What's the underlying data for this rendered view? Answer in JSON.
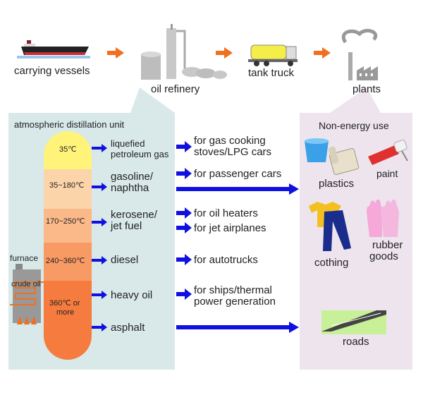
{
  "top": {
    "vessels": "carrying vessels",
    "refinery": "oil refinery",
    "truck": "tank truck",
    "plants": "plants"
  },
  "unit": {
    "title": "atmospheric distillation unit",
    "furnace": "furnace",
    "crude": "crude oil"
  },
  "tower": [
    {
      "temp": "35℃",
      "product": [
        "liquefied",
        "petroleum gas"
      ]
    },
    {
      "temp": "35~180℃",
      "product": [
        "gasoline/",
        "naphtha"
      ]
    },
    {
      "temp": "170~250℃",
      "product": [
        "kerosene/",
        "jet fuel"
      ]
    },
    {
      "temp": "240~360℃",
      "product": [
        "diesel"
      ]
    },
    {
      "temp": [
        "360℃ or",
        "more"
      ],
      "product": [
        "heavy oil"
      ]
    },
    {
      "temp": "",
      "product": [
        "asphalt"
      ]
    }
  ],
  "uses": {
    "lpg": [
      "for gas cooking",
      "stoves/LPG cars"
    ],
    "gasoline": "for passenger cars",
    "oil_heaters": "for oil heaters",
    "jet": "for jet airplanes",
    "autotrucks": "for autotrucks",
    "ships": [
      "for ships/thermal",
      "power generation"
    ]
  },
  "nonenergy": {
    "title": "Non-energy use",
    "plastics": "plastics",
    "paint": "paint",
    "clothing": "cothing",
    "rubber": [
      "rubber",
      "goods"
    ],
    "roads": "roads"
  },
  "colors": {
    "panel_left": "#d9e9e9",
    "panel_right": "#ede4ee",
    "flow_arrow": "#f07020",
    "use_arrow": "#1010e0",
    "tower_top": "#fff37a",
    "tower_mid": "#fcd4aa",
    "tower_low": "#f57c3e"
  }
}
